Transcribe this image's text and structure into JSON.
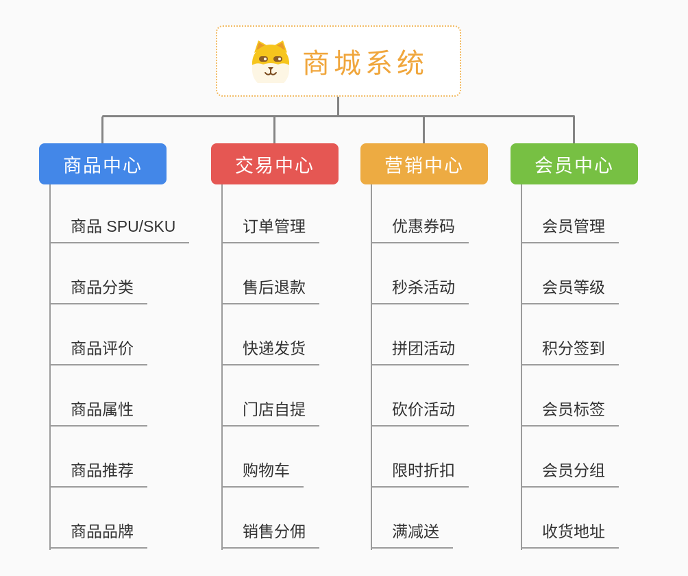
{
  "root": {
    "title": "商城系统",
    "icon": "dog-face-icon",
    "title_color": "#f0a63c",
    "border_color": "#f2bc66"
  },
  "connector_color": "#848484",
  "branches": [
    {
      "label": "商品中心",
      "color": "#4387e8",
      "items": [
        "商品 SPU/SKU",
        "商品分类",
        "商品评价",
        "商品属性",
        "商品推荐",
        "商品品牌"
      ]
    },
    {
      "label": "交易中心",
      "color": "#e55753",
      "items": [
        "订单管理",
        "售后退款",
        "快递发货",
        "门店自提",
        "购物车",
        "销售分佣"
      ]
    },
    {
      "label": "营销中心",
      "color": "#edab42",
      "items": [
        "优惠券码",
        "秒杀活动",
        "拼团活动",
        "砍价活动",
        "限时折扣",
        "满减送"
      ]
    },
    {
      "label": "会员中心",
      "color": "#77c043",
      "items": [
        "会员管理",
        "会员等级",
        "积分签到",
        "会员标签",
        "会员分组",
        "收货地址"
      ]
    }
  ]
}
